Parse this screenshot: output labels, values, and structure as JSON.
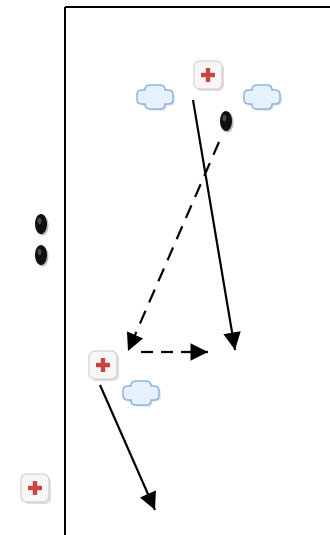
{
  "colors": {
    "line": "#000000",
    "plus_red": "#c94444",
    "player_light": "#f7f7f7",
    "player_shadow": "#b9b2b2",
    "cloud_fill": "#e7f1fb",
    "cloud_stroke": "#8eb6e0",
    "cloud_shadow": "#6f8eb3",
    "cone_dark": "#101010"
  },
  "icons": {
    "player": "red-cross-tile-icon",
    "defender": "blue-cross-cloud-icon",
    "cone": "black-cone-icon"
  },
  "diagram": {
    "boundary": "field-boundary-line",
    "arrows": [
      {
        "kind": "solid-run"
      },
      {
        "kind": "dashed-pass"
      },
      {
        "kind": "dashed-pass"
      },
      {
        "kind": "solid-run"
      }
    ]
  }
}
